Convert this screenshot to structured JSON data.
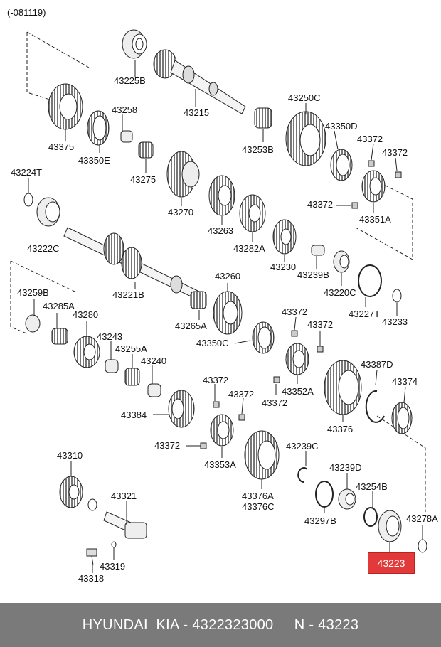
{
  "header": {
    "code": "(-081119)"
  },
  "labels": {
    "p43225B": "43225B",
    "p43215": "43215",
    "p43250C": "43250C",
    "p43375": "43375",
    "p43258": "43258",
    "p43350E": "43350E",
    "p43253B": "43253B",
    "p43350D": "43350D",
    "p43372a": "43372",
    "p43372b": "43372",
    "p43275": "43275",
    "p43224T": "43224T",
    "p43270": "43270",
    "p43372c": "43372",
    "p43351A": "43351A",
    "p43222C": "43222C",
    "p43263": "43263",
    "p43282A": "43282A",
    "p43230": "43230",
    "p43239B": "43239B",
    "p43220C": "43220C",
    "p43227T": "43227T",
    "p43233": "43233",
    "p43221B": "43221B",
    "p43260": "43260",
    "p43259B": "43259B",
    "p43285A": "43285A",
    "p43280": "43280",
    "p43265A": "43265A",
    "p43350C": "43350C",
    "p43372d": "43372",
    "p43372e": "43372",
    "p43243": "43243",
    "p43255A": "43255A",
    "p43240": "43240",
    "p43387D": "43387D",
    "p43374": "43374",
    "p43352A": "43352A",
    "p43372f": "43372",
    "p43372g": "43372",
    "p43372h": "43372",
    "p43384": "43384",
    "p43376": "43376",
    "p43372i": "43372",
    "p43353A": "43353A",
    "p43239C": "43239C",
    "p43310": "43310",
    "p43321": "43321",
    "p43239D": "43239D",
    "p43254B": "43254B",
    "p43376A": "43376A",
    "p43376C": "43376C",
    "p43297B": "43297B",
    "p43278A": "43278A",
    "p43319": "43319",
    "p43318": "43318",
    "p43223": "43223"
  },
  "highlight": {
    "part": "43223",
    "color": "#e23a3a"
  },
  "footer": {
    "text": "HYUNDAI  KIA - 4322323000     N - 43223"
  }
}
